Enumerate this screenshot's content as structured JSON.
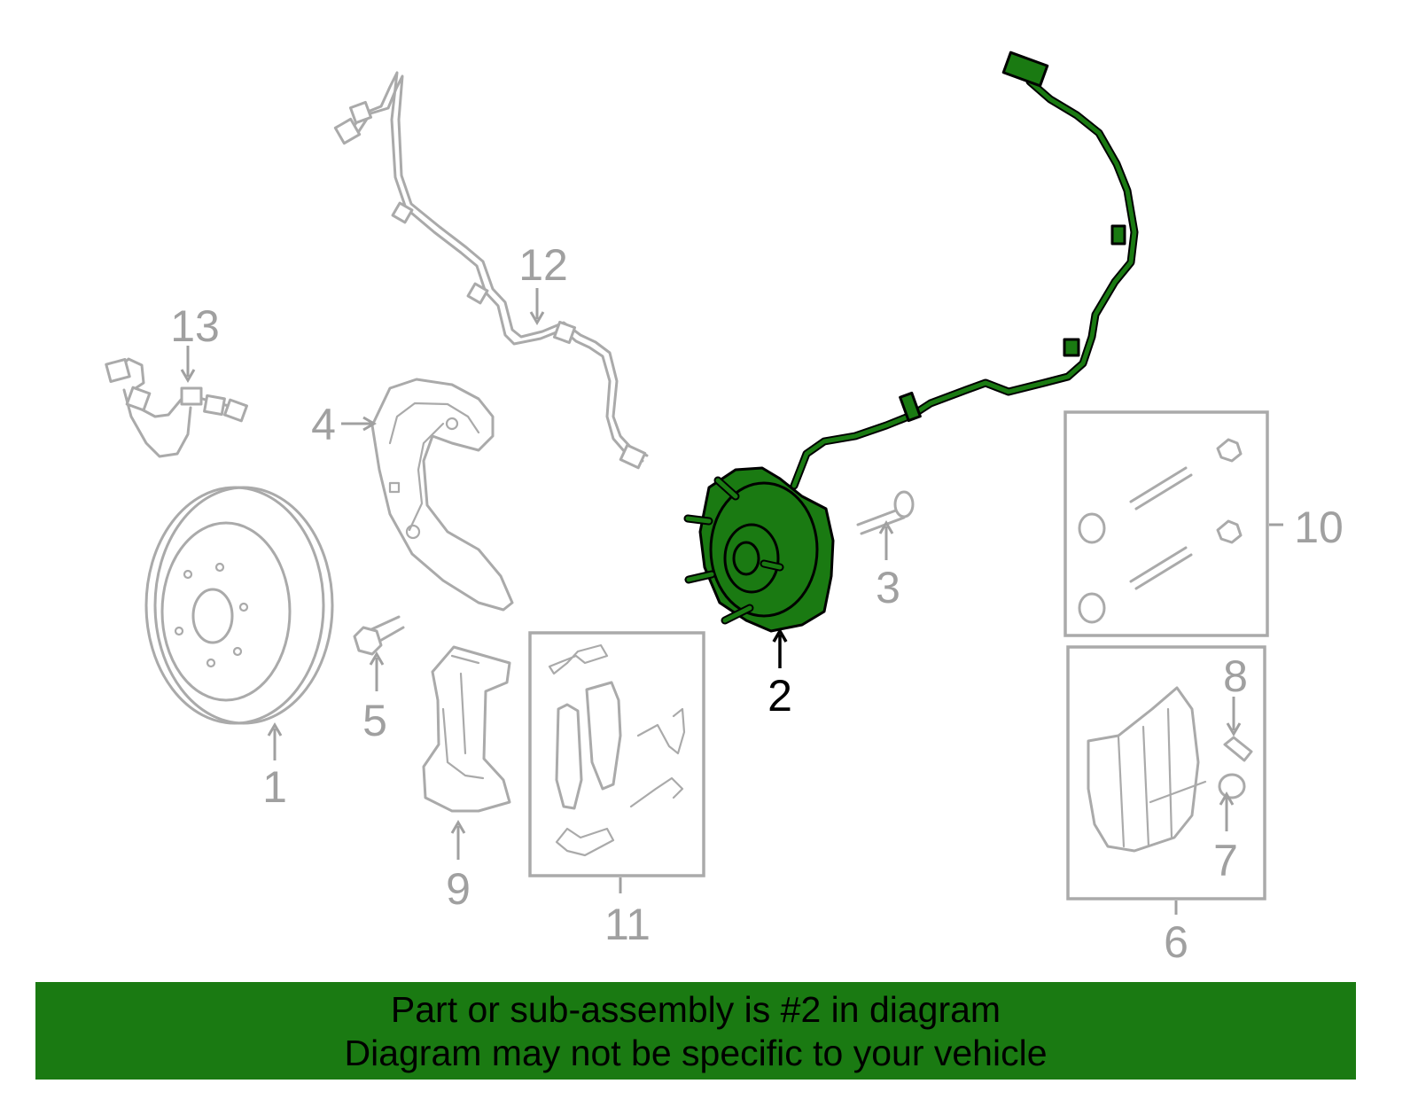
{
  "colors": {
    "highlight": "#1a7a12",
    "part_outline": "#aaaaaa",
    "callout_text": "#a0a0a0",
    "banner_bg": "#1a7a12"
  },
  "highlighted_part": "2",
  "callouts": {
    "c1": "1",
    "c2": "2",
    "c3": "3",
    "c4": "4",
    "c5": "5",
    "c6": "6",
    "c7": "7",
    "c8": "8",
    "c9": "9",
    "c10": "10",
    "c11": "11",
    "c12": "12",
    "c13": "13"
  },
  "banner": {
    "line1": "Part or sub-assembly is #2 in diagram",
    "line2": "Diagram may not be specific to your vehicle"
  }
}
